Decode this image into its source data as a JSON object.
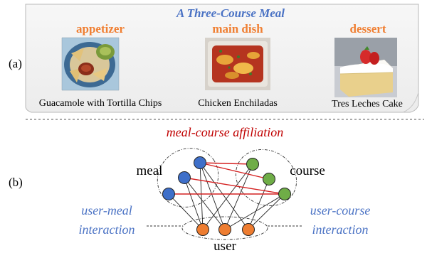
{
  "panel_a": {
    "label": "(a)",
    "title": "A Three-Course Meal",
    "courses": [
      {
        "course": "appetizer",
        "dish": "Guacamole with Tortilla Chips",
        "image": "guacamole-photo"
      },
      {
        "course": "main dish",
        "dish": "Chicken Enchiladas",
        "image": "enchiladas-photo"
      },
      {
        "course": "dessert",
        "dish": "Tres Leches Cake",
        "image": "tres-leches-photo"
      }
    ]
  },
  "panel_b": {
    "label": "(b)",
    "meal_course_affiliation": "meal-course affiliation",
    "meal_label": "meal",
    "course_label": "course",
    "user_label": "user",
    "user_meal_interaction": [
      "user-meal",
      "interaction"
    ],
    "user_course_interaction": [
      "user-course",
      "interaction"
    ],
    "node_counts": {
      "meal": 3,
      "course": 3,
      "user": 3
    },
    "meal_course_edges": [
      [
        0,
        0
      ],
      [
        0,
        1
      ],
      [
        1,
        2
      ],
      [
        2,
        2
      ]
    ],
    "user_meal_edges": [
      [
        0,
        0
      ],
      [
        1,
        0
      ],
      [
        2,
        0
      ],
      [
        0,
        1
      ],
      [
        1,
        1
      ],
      [
        0,
        2
      ]
    ],
    "user_course_edges": [
      [
        0,
        0
      ],
      [
        1,
        0
      ],
      [
        2,
        1
      ],
      [
        1,
        2
      ],
      [
        2,
        2
      ]
    ],
    "colors": {
      "title": "#4a72c4",
      "course_title": "#f07f32",
      "affiliation": "#c00000",
      "interaction": "#4a72c4",
      "meal_node": "#3e6fc9",
      "course_node": "#6fad47",
      "user_node": "#ee7d31",
      "affiliation_edge": "#d42020"
    }
  }
}
